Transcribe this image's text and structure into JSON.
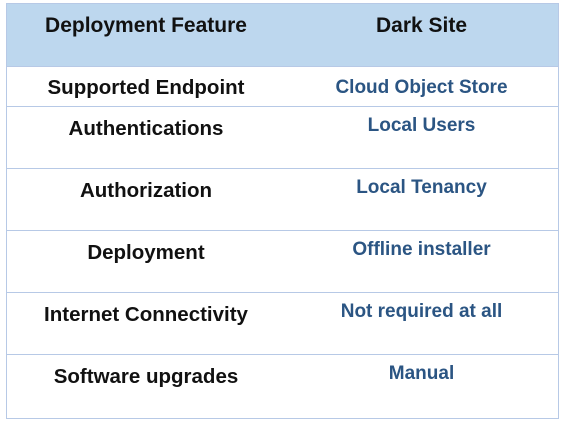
{
  "table": {
    "headers": [
      "Deployment Feature",
      "Dark Site"
    ],
    "rows": [
      [
        "Supported Endpoint",
        "Cloud Object Store"
      ],
      [
        "Authentications",
        "Local Users"
      ],
      [
        "Authorization",
        "Local Tenancy"
      ],
      [
        "Deployment",
        "Offline installer"
      ],
      [
        "Internet Connectivity",
        "Not required at all"
      ],
      [
        "Software upgrades",
        "Manual"
      ]
    ]
  },
  "colors": {
    "header_bg": "#bdd7ee",
    "border": "#b7c9e6",
    "value_text": "#2b5583",
    "label_text": "#111111"
  }
}
